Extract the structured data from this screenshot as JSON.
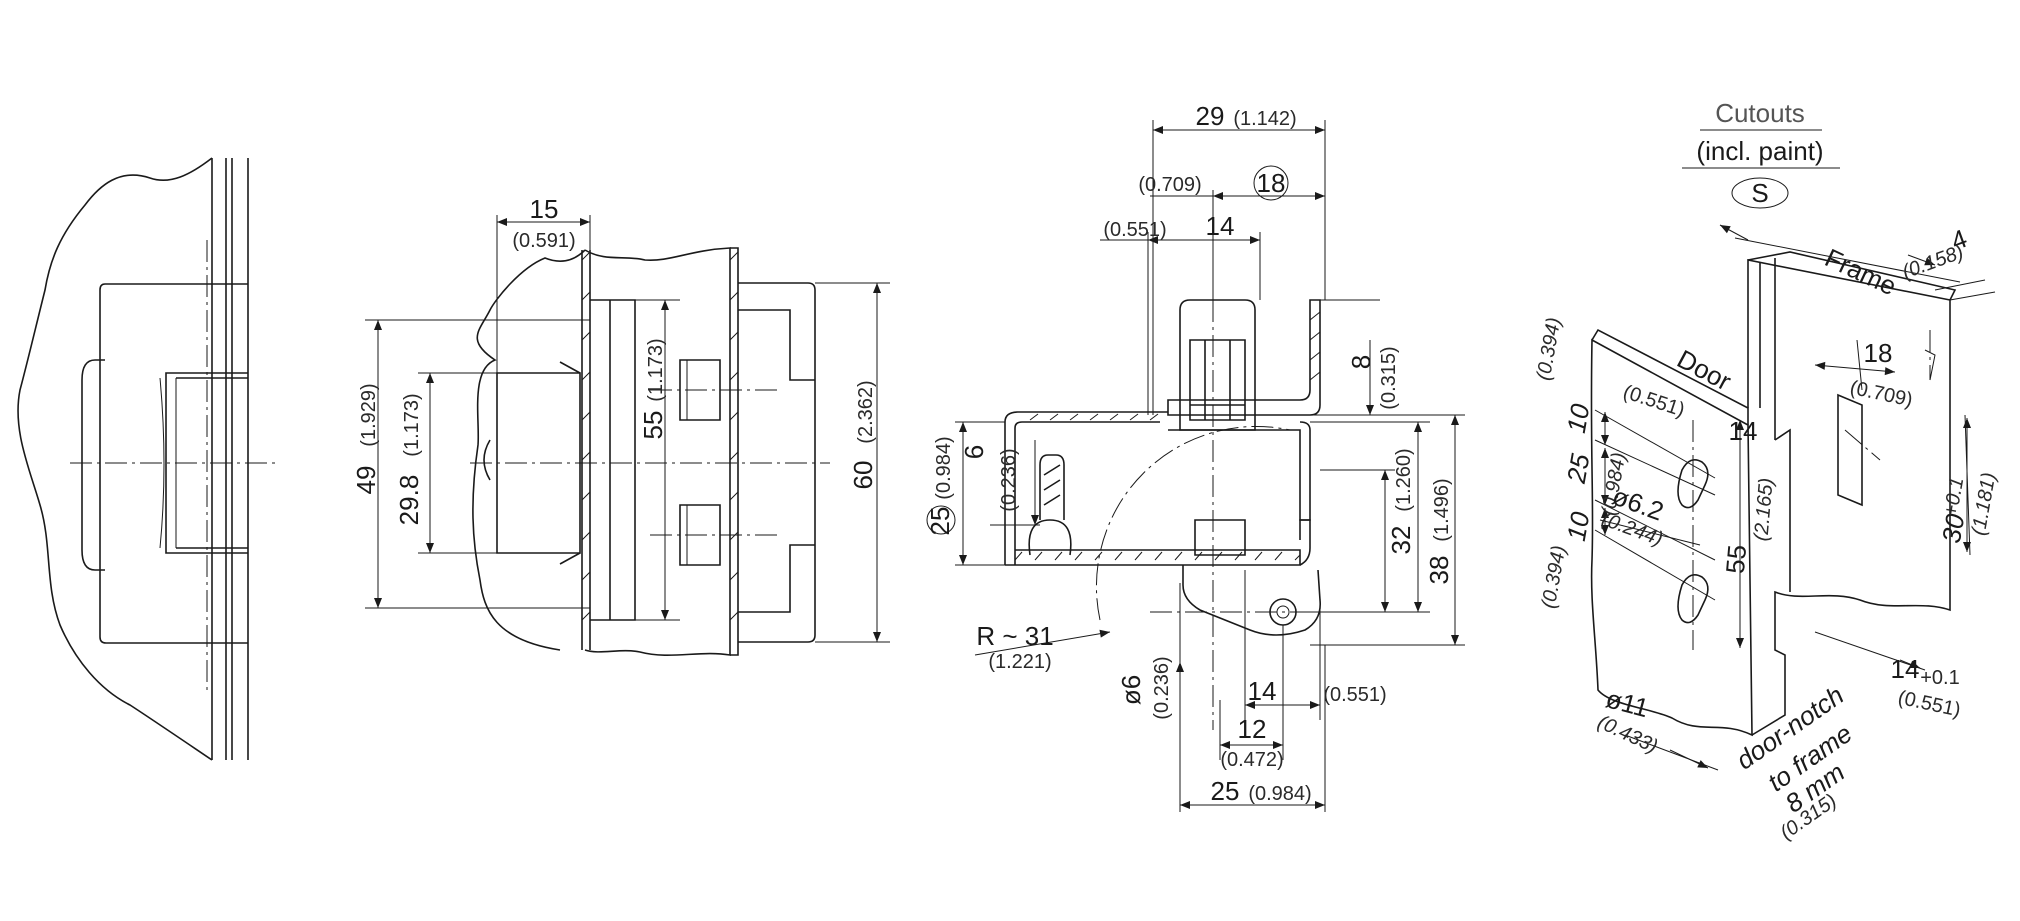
{
  "view2": {
    "dim_15": "15",
    "dim_15_in": "(0.591)",
    "dim_49": "49",
    "dim_49_in": "(1.929)",
    "dim_298": "29.8",
    "dim_298_in": "(1.173)",
    "dim_55": "55",
    "dim_55_in": "(1.173)",
    "dim_60": "60",
    "dim_60_in": "(2.362)"
  },
  "view3": {
    "dim_29": "29",
    "dim_29_in": "(1.142)",
    "dim_0709_in": "(0.709)",
    "dim_18": "18",
    "dim_0551_in": "(0.551)",
    "dim_14_top": "14",
    "dim_8": "8",
    "dim_8_in": "(0.315)",
    "dim_6": "6",
    "dim_6_in": "(0.236)",
    "dim_25_left": "25",
    "dim_25_left_in": "(0.984)",
    "dim_32": "32",
    "dim_32_in": "(1.260)",
    "dim_38": "38",
    "dim_38_in": "(1.496)",
    "dim_R": "R ~ 31",
    "dim_R_in": "(1.221)",
    "dim_d6": "ø6",
    "dim_d6_in": "(0.236)",
    "dim_14_bot": "14",
    "dim_14_bot_in": "(0.551)",
    "dim_12": "12",
    "dim_12_in": "(0.472)",
    "dim_25_bot": "25",
    "dim_25_bot_in": "(0.984)"
  },
  "view4": {
    "cutouts": "Cutouts",
    "incl_paint": "(incl. paint)",
    "symbol_s": "S",
    "frame": "Frame",
    "door": "Door",
    "dim_4": "4",
    "dim_4_in": "(0.158)",
    "dim_18": "18",
    "dim_18_in": "(0.709)",
    "dim_14": "14",
    "dim_14_in": "(0.551)",
    "dim_10a": "10",
    "dim_10a_in": "(0.394)",
    "dim_25": "25",
    "dim_25_in": "(0.984)",
    "dim_10b": "10",
    "dim_10b_in": "(0.394)",
    "dim_d62": "ø6.2",
    "dim_d62_in": "(0.244)",
    "dim_55": "55",
    "dim_55_in": "(2.165)",
    "dim_30": "30",
    "dim_30_tol": "+0.1",
    "dim_30_in": "(1.181)",
    "dim_14tol": "14",
    "dim_14tol_tol": "+0.1",
    "dim_14tol_in": "(0.551)",
    "dim_d11": "ø11",
    "dim_d11_in": "(0.433)",
    "notch_1": "door-notch",
    "notch_2": "to frame",
    "notch_3": "8 mm",
    "notch_in": "(0.315)"
  }
}
